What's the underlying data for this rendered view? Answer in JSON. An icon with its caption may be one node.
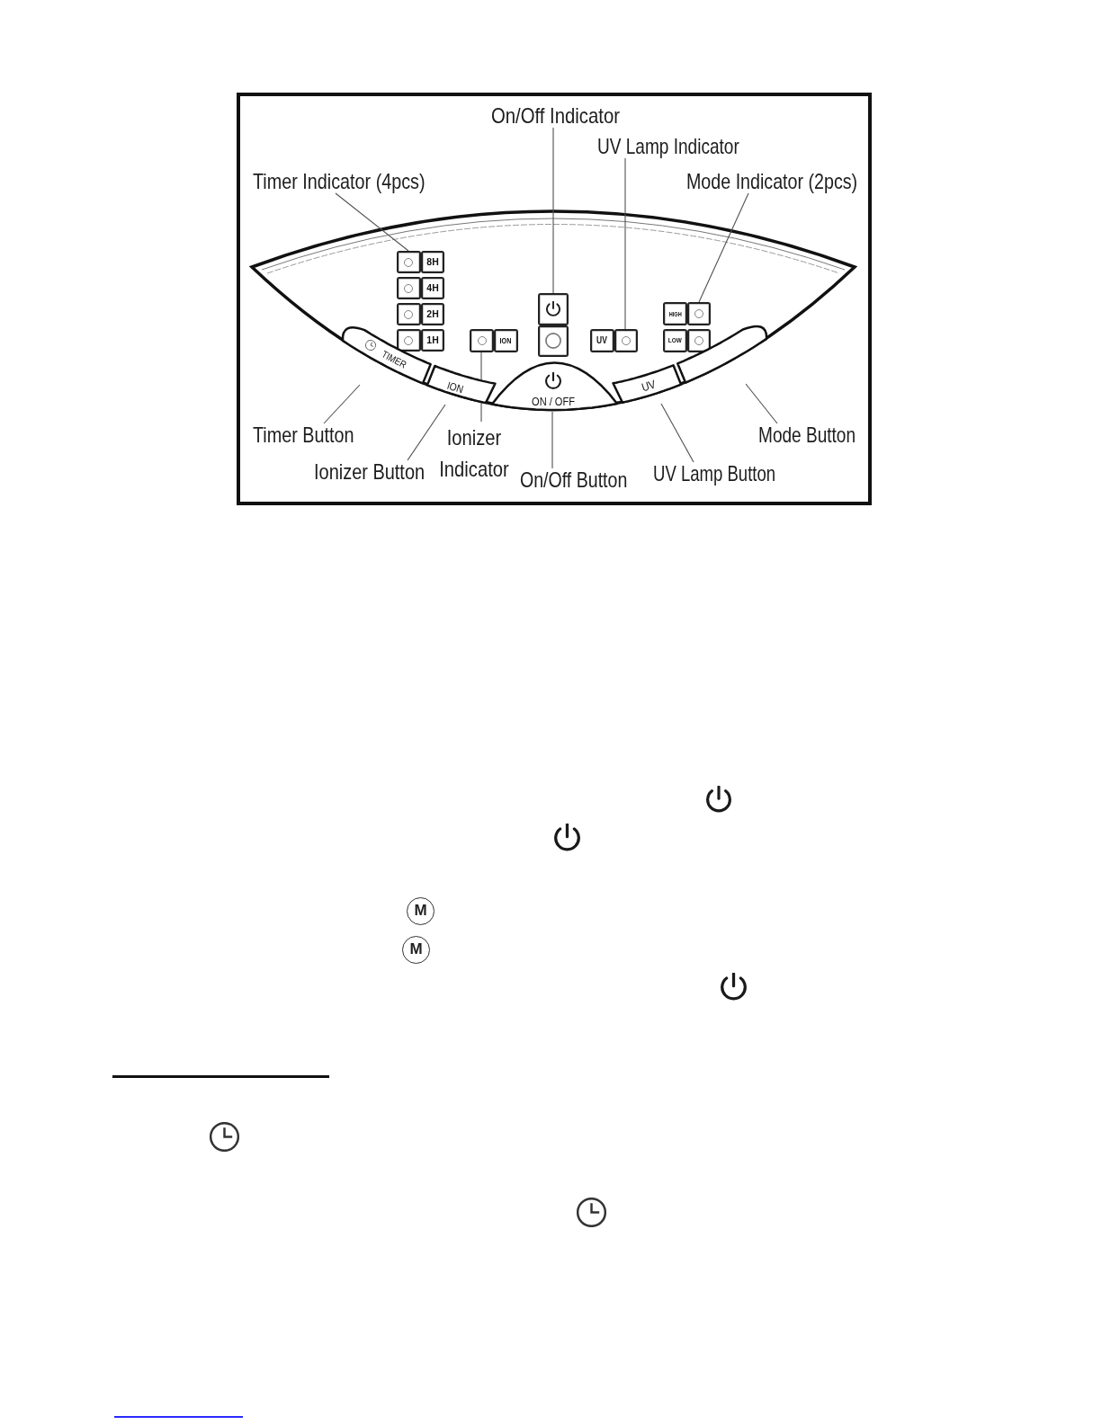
{
  "diagram": {
    "nodes": [
      {
        "text": [
          "On/Off Indicator"
        ]
      },
      {
        "text": [
          "UV Lamp Indicator"
        ]
      },
      {
        "text": [
          "Timer Indicator (4pcs)"
        ]
      },
      {
        "text": [
          "Mode Indicator (2pcs)"
        ]
      },
      {
        "text": [
          "8H"
        ]
      },
      {
        "text": [
          "4H"
        ]
      },
      {
        "text": [
          "2H"
        ]
      },
      {
        "text": [
          "1H"
        ]
      },
      {
        "text": [
          "ION"
        ]
      },
      {
        "text": [],
        "shape": "box"
      },
      {
        "text": [
          "UV"
        ]
      },
      {
        "text": [
          "HIGH"
        ]
      },
      {
        "text": [
          "LOW"
        ]
      },
      {
        "text": [
          "TIMER"
        ]
      },
      {
        "text": [
          "ION"
        ]
      },
      {
        "text": [
          "ON / OFF"
        ]
      },
      {
        "text": [
          "UV"
        ]
      },
      {
        "text": [],
        "shape": "box"
      },
      {
        "text": [
          "Timer Button"
        ]
      },
      {
        "text": [
          "Ionizer Button"
        ]
      },
      {
        "text": [
          "Ionizer Indicator"
        ]
      },
      {
        "text": [
          "On/Off Button"
        ]
      },
      {
        "text": [
          "UV Lamp Button"
        ]
      },
      {
        "text": [
          "Mode Button"
        ]
      }
    ],
    "edges": [
      {
        "from": 0,
        "to": 9,
        "arrow": "none"
      },
      {
        "from": 1,
        "to": 10,
        "arrow": "none"
      },
      {
        "from": 2,
        "to": 4,
        "arrow": "none"
      },
      {
        "from": 3,
        "to": 11,
        "arrow": "none"
      },
      {
        "from": 18,
        "to": 13,
        "arrow": "none"
      },
      {
        "from": 19,
        "to": 14,
        "arrow": "none"
      },
      {
        "from": 20,
        "to": 8,
        "arrow": "none"
      },
      {
        "from": 21,
        "to": 15,
        "arrow": "none"
      },
      {
        "from": 22,
        "to": 16,
        "arrow": "none"
      },
      {
        "from": 23,
        "to": 17,
        "arrow": "none"
      }
    ],
    "labels": [
      "M",
      "M"
    ]
  }
}
